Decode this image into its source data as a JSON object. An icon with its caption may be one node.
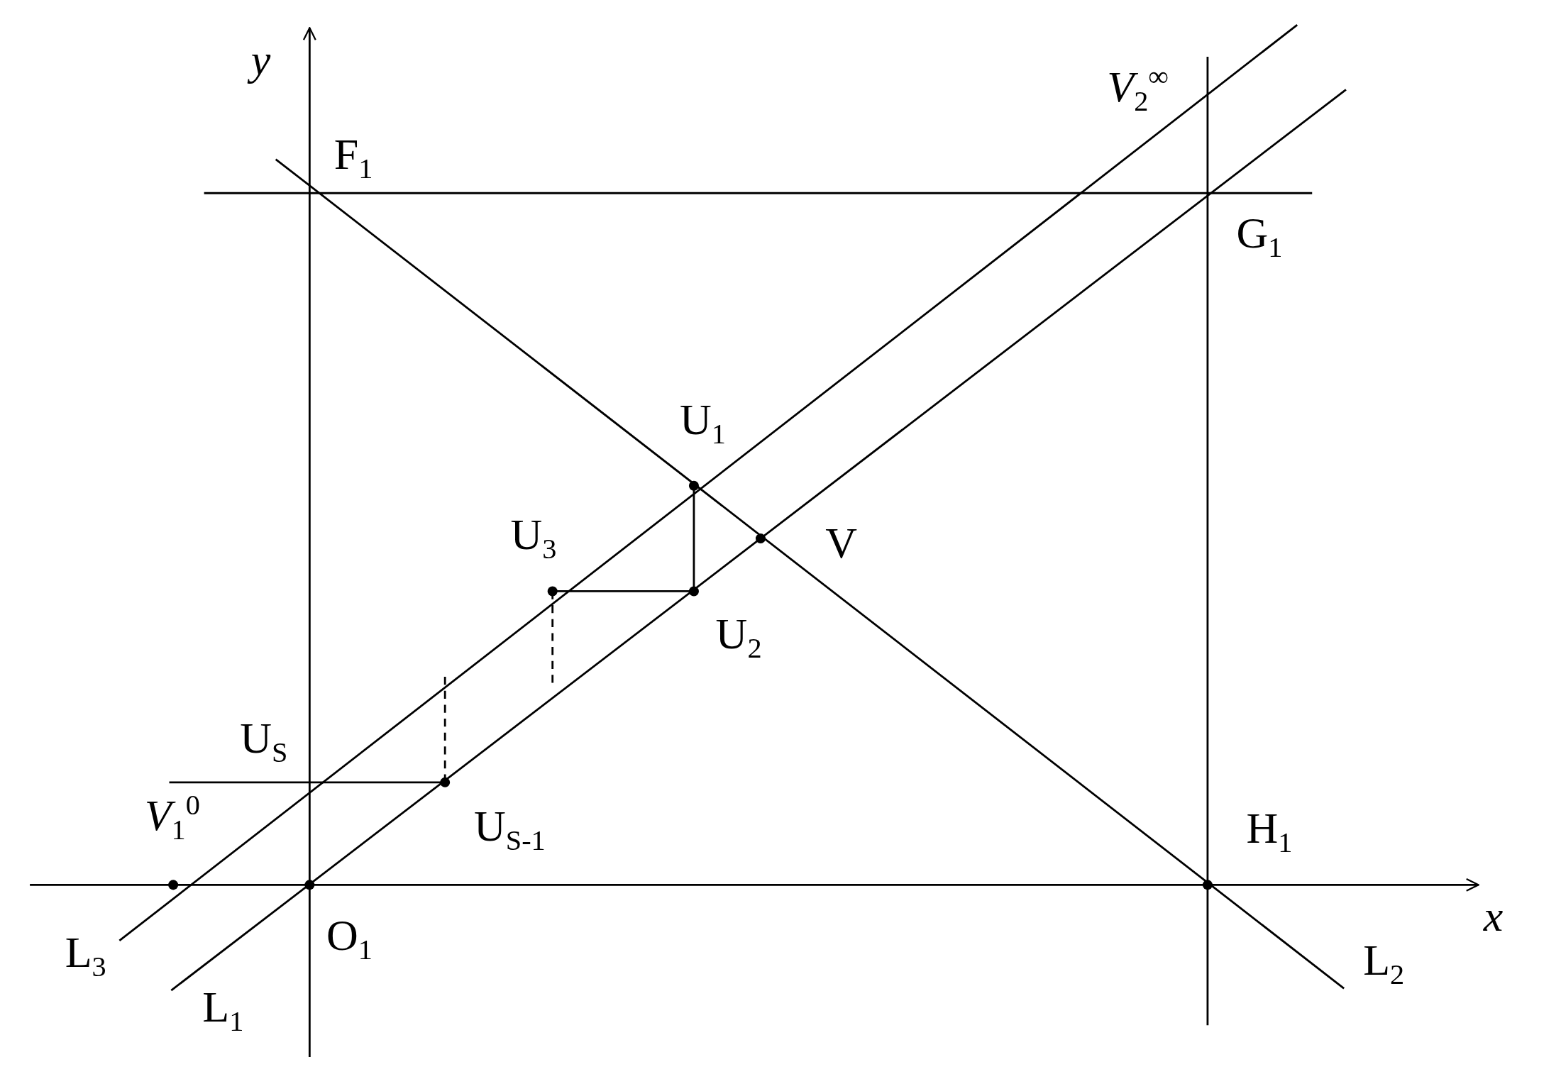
{
  "diagram": {
    "labels": [
      "y",
      "F$_{1}$",
      "*V*$_{2}$$^{∞}$",
      "G$_{1}$",
      "U$_{1}$",
      "U$_{3}$",
      "V",
      "U$_{2}$",
      "U$_{S}$",
      "*V*$_{1}$$^{0}$",
      "U$_{S-1}$",
      "H$_{1}$",
      "x",
      "L$_{3}$",
      "O$_{1}$",
      "L$_{2}$",
      "L$_{1}$"
    ]
  }
}
